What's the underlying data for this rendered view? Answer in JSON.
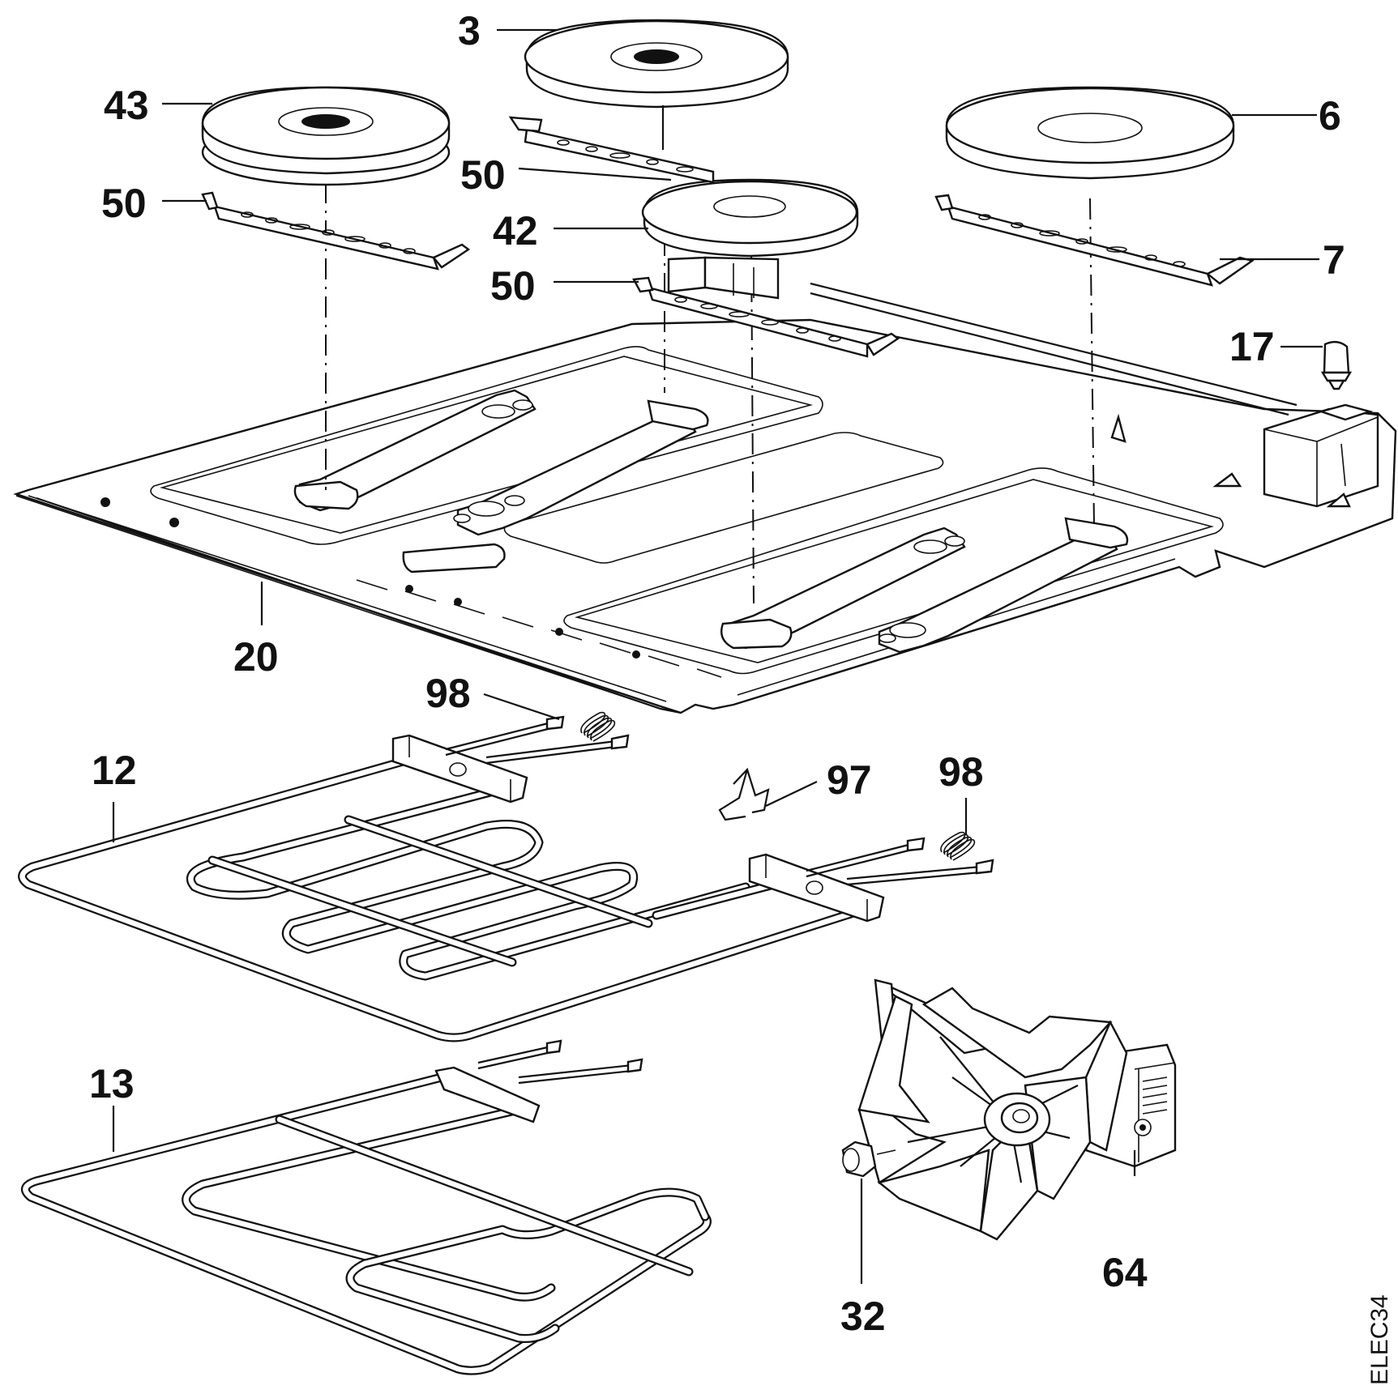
{
  "diagram": {
    "drawing_code": "ELEC34",
    "callouts": [
      {
        "id": "label-3",
        "text": "3"
      },
      {
        "id": "label-43",
        "text": "43"
      },
      {
        "id": "label-6",
        "text": "6"
      },
      {
        "id": "label-50a",
        "text": "50"
      },
      {
        "id": "label-50b",
        "text": "50"
      },
      {
        "id": "label-42",
        "text": "42"
      },
      {
        "id": "label-50c",
        "text": "50"
      },
      {
        "id": "label-7",
        "text": "7"
      },
      {
        "id": "label-17",
        "text": "17"
      },
      {
        "id": "label-20",
        "text": "20"
      },
      {
        "id": "label-98a",
        "text": "98"
      },
      {
        "id": "label-12",
        "text": "12"
      },
      {
        "id": "label-97",
        "text": "97"
      },
      {
        "id": "label-98b",
        "text": "98"
      },
      {
        "id": "label-13",
        "text": "13"
      },
      {
        "id": "label-64",
        "text": "64"
      },
      {
        "id": "label-32",
        "text": "32"
      }
    ]
  }
}
